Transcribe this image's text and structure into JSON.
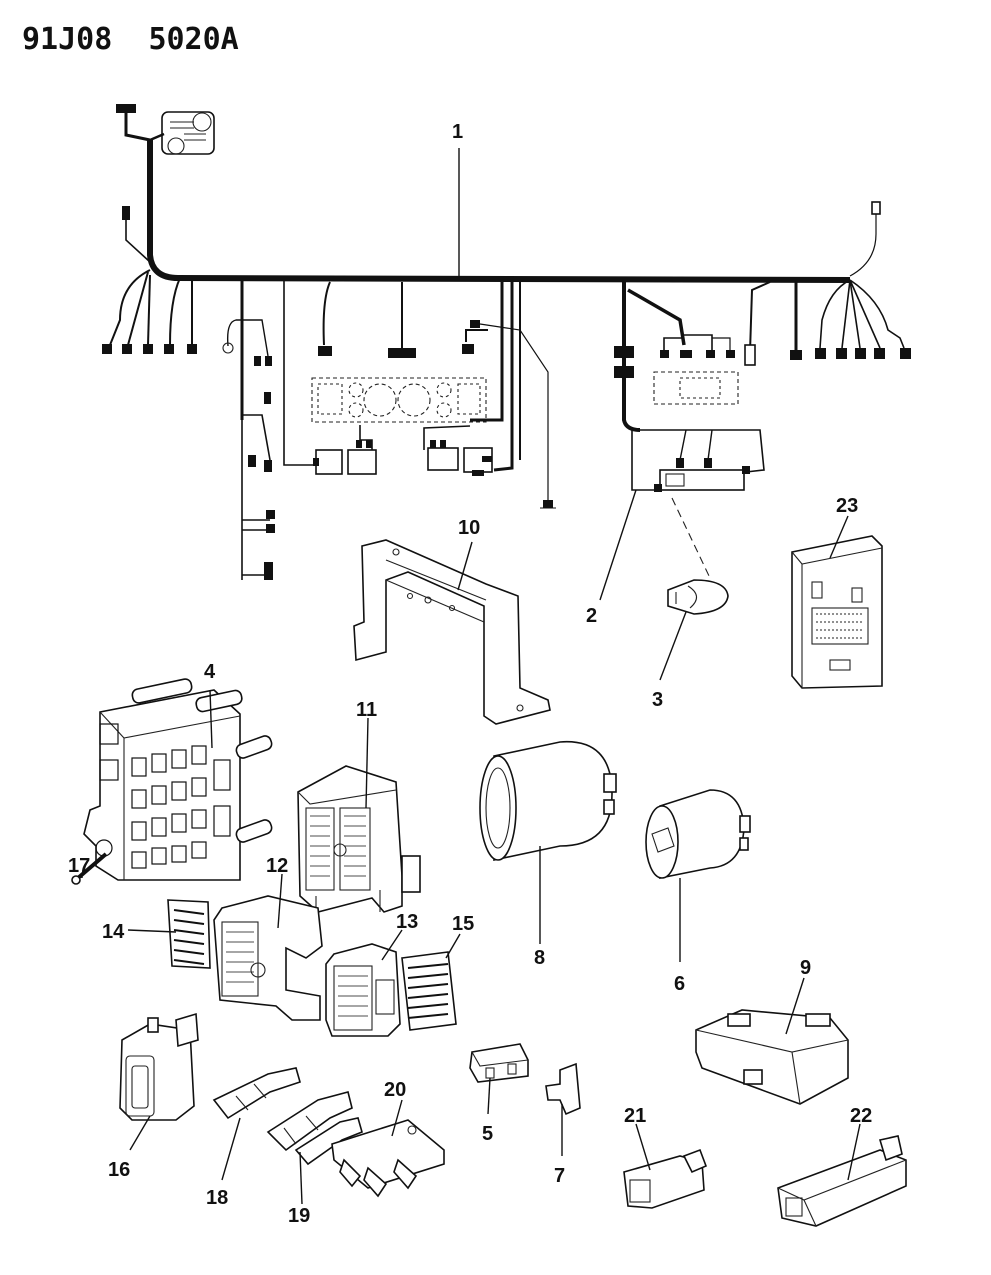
{
  "diagram": {
    "header_code": "91J08",
    "header_ref": "5020A",
    "callouts": [
      "1",
      "2",
      "3",
      "4",
      "5",
      "6",
      "7",
      "8",
      "9",
      "10",
      "11",
      "12",
      "13",
      "14",
      "15",
      "16",
      "17",
      "18",
      "19",
      "20",
      "21",
      "22",
      "23"
    ]
  }
}
